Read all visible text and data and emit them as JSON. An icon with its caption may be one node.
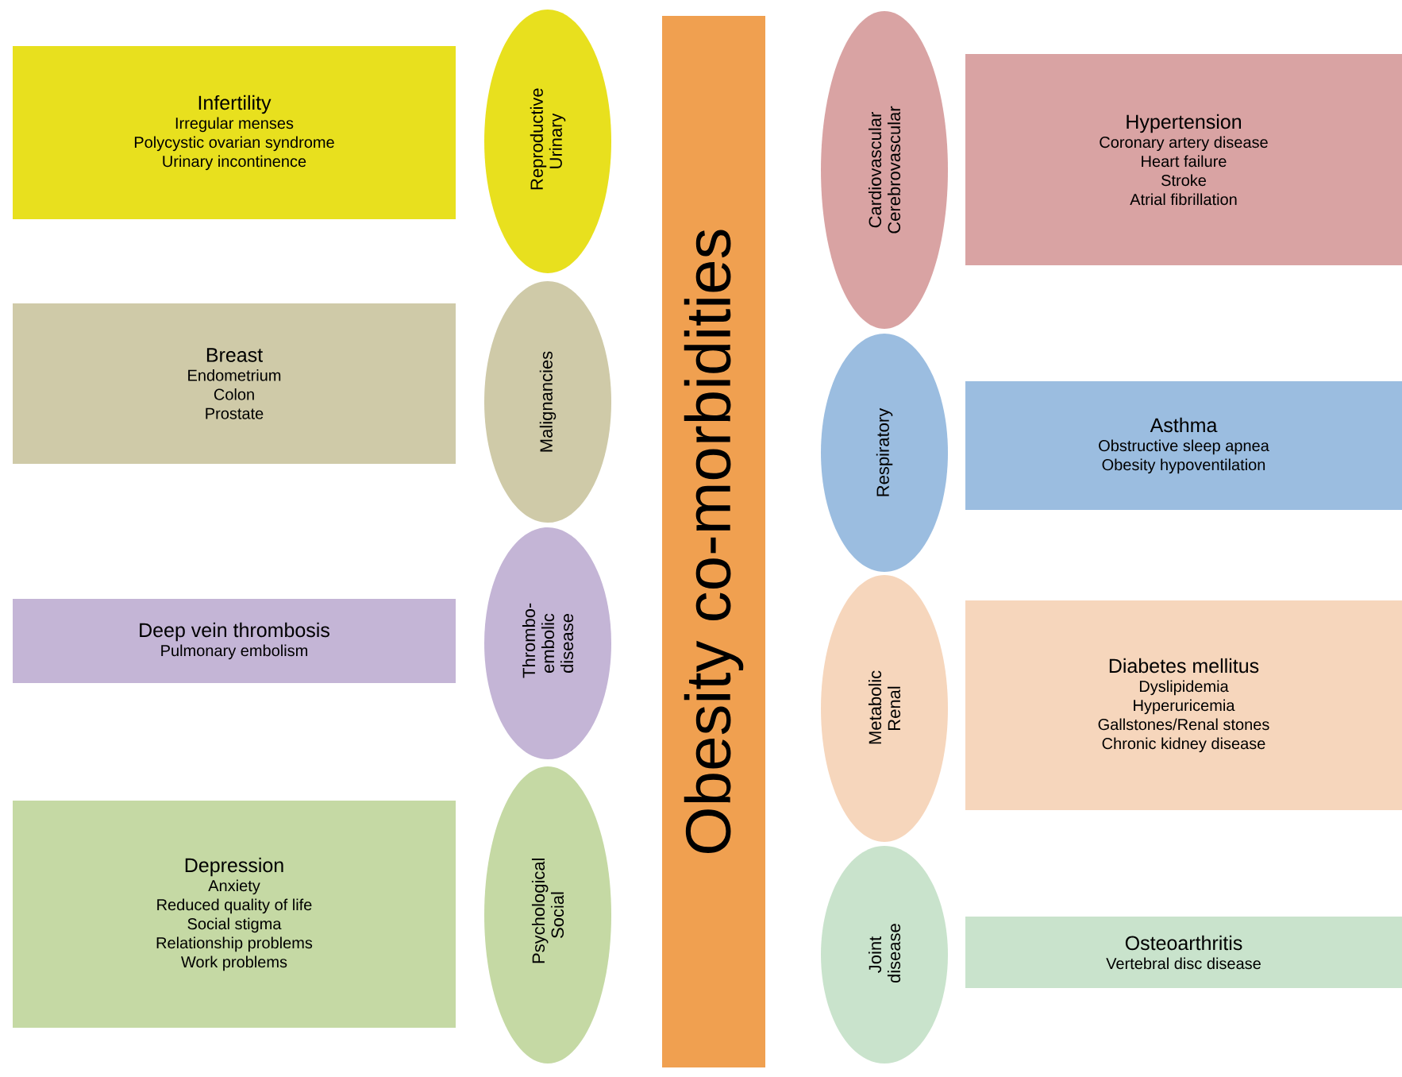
{
  "diagram": {
    "nodes": [
      {
        "text": [
          "Obesity co-morbidities"
        ]
      },
      {
        "text": [
          "Reproductive Urinary"
        ]
      },
      {
        "text": [
          "Infertility",
          "Irregular menses",
          "Polycystic ovarian syndrome",
          "Urinary incontinence"
        ]
      },
      {
        "text": [
          "Malignancies"
        ]
      },
      {
        "text": [
          "Breast",
          "Endometrium",
          "Colon",
          "Prostate"
        ]
      },
      {
        "text": [
          "Thrombo-embolic disease"
        ]
      },
      {
        "text": [
          "Deep vein thrombosis",
          "Pulmonary embolism"
        ]
      },
      {
        "text": [
          "Psychological Social"
        ]
      },
      {
        "text": [
          "Depression",
          "Anxiety",
          "Reduced quality of life",
          "Social stigma",
          "Relationship problems",
          "Work problems"
        ]
      },
      {
        "text": [
          "Cardiovascular Cerebrovascular"
        ]
      },
      {
        "text": [
          "Hypertension",
          "Coronary artery disease",
          "Heart failure",
          "Stroke",
          "Atrial fibrillation"
        ]
      },
      {
        "text": [
          "Respiratory"
        ]
      },
      {
        "text": [
          "Asthma",
          "Obstructive sleep apnea",
          "Obesity hypoventilation"
        ]
      },
      {
        "text": [
          "Metabolic Renal"
        ]
      },
      {
        "text": [
          "Diabetes mellitus",
          "Dyslipidemia",
          "Hyperuricemia",
          "Gallstones/Renal stones",
          "Chronic kidney disease"
        ]
      },
      {
        "text": [
          "Joint disease"
        ]
      },
      {
        "text": [
          "Osteoarthritis",
          "Vertebral disc disease"
        ]
      }
    ]
  }
}
